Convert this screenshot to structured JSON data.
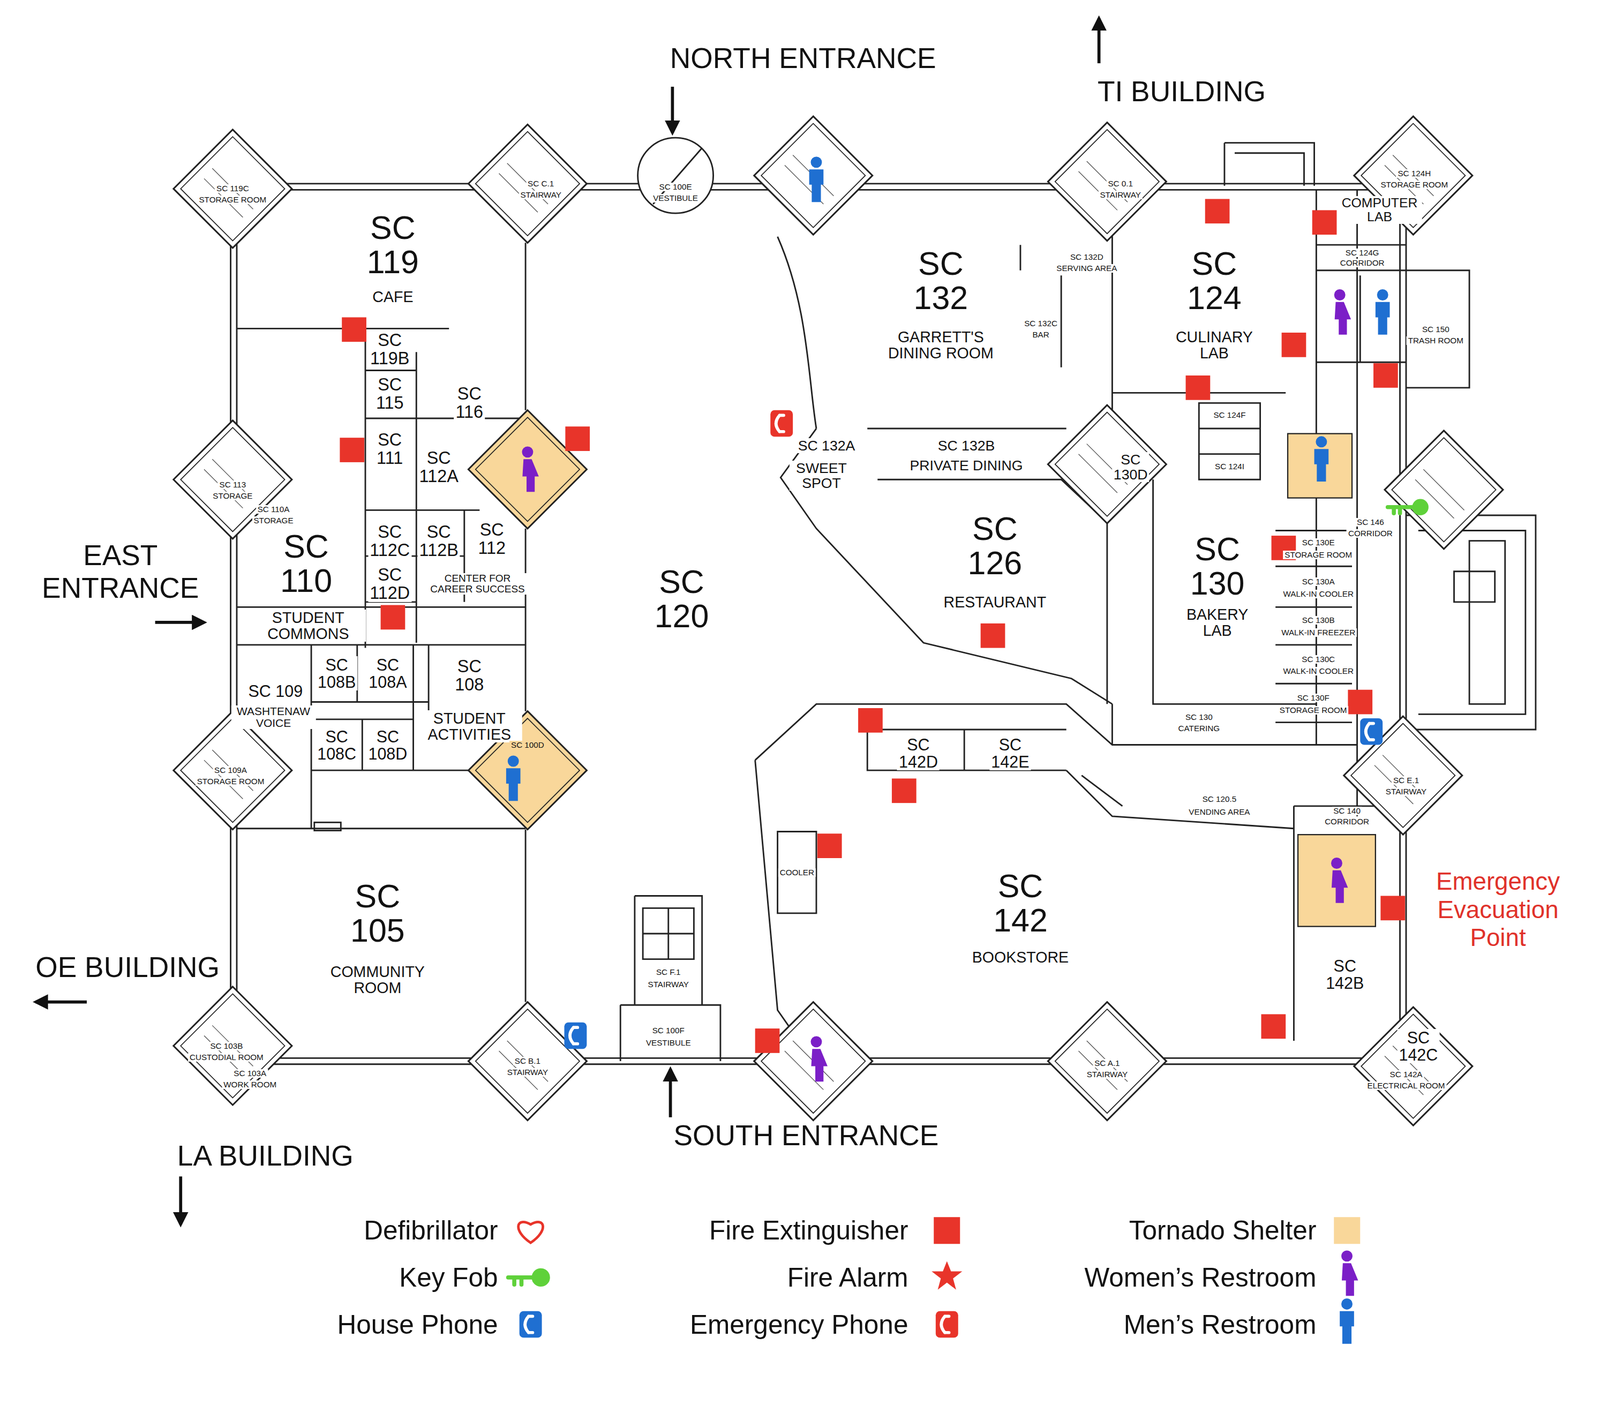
{
  "diagram": {
    "labels": [
      "NORTH ENTRANCE",
      "TI BUILDING",
      "SC 119",
      "CAFE",
      "SC 119B",
      "SC 115",
      "SC 116",
      "SC 111",
      "SC 112A",
      "SC 112C",
      "SC 112B",
      "SC 112D",
      "SC 112",
      "CENTER FOR CAREER SUCCESS",
      "SC 110",
      "STUDENT COMMONS",
      "EAST ENTRANCE",
      "SC 108B",
      "SC 108A",
      "SC 108",
      "STUDENT ACTIVITIES",
      "SC 109",
      "WASHTENAW VOICE",
      "SC 108C",
      "SC 108D",
      "SC 132",
      "GARRETT'S DINING ROOM",
      "SC 132A",
      "SWEET SPOT",
      "SC 132B",
      "PRIVATE DINING",
      "SC 130D",
      "SC 124",
      "CULINARY LAB",
      "COMPUTER LAB",
      "SC 126",
      "RESTAURANT",
      "SC 130",
      "BAKERY LAB",
      "SC 120",
      "SC 142D",
      "SC 142E",
      "SC 105",
      "COMMUNITY ROOM",
      "SC 142",
      "BOOKSTORE",
      "Emergency Evacuation Point",
      "SC 142B",
      "SC 142C",
      "OE BUILDING",
      "SOUTH ENTRANCE",
      "LA BUILDING",
      "SC 119C",
      "STORAGE ROOM",
      "SC C.1",
      "STAIRWAY",
      "SC 100E",
      "VESTIBULE",
      "SC 0.1",
      "STAIRWAY",
      "SC 124H",
      "STORAGE ROOM",
      "SC 124G",
      "CORRIDOR",
      "SC 150",
      "TRASH ROOM",
      "SC 132D",
      "SERVING AREA",
      "SC 132C",
      "BAR",
      "SC 124F",
      "SC 124I",
      "SC 113",
      "STORAGE",
      "SC 110A",
      "STORAGE",
      "SC 109A",
      "STORAGE ROOM",
      "SC 100D",
      "SC 103B",
      "CUSTODIAL ROOM",
      "SC 103A",
      "WORK ROOM",
      "SC B.1",
      "STAIRWAY",
      "SC F.1",
      "STAIRWAY",
      "SC 100F",
      "VESTIBULE",
      "SC A.1",
      "STAIRWAY",
      "SC 142A",
      "ELECTRICAL ROOM",
      "SC E.1",
      "STAIRWAY",
      "SC 140",
      "CORRIDOR",
      "SC 120.5",
      "VENDING AREA",
      "SC 130",
      "CATERING",
      "COOLER",
      "SC 130E",
      "STORAGE ROOM",
      "SC 130A",
      "WALK-IN COOLER",
      "SC 130B",
      "WALK-IN FREEZER",
      "SC 130C",
      "WALK-IN COOLER",
      "SC 130F",
      "STORAGE ROOM",
      "SC 146",
      "CORRIDOR"
    ],
    "legend": [
      {
        "text": "Defibrillator"
      },
      {
        "text": "Fire Extinguisher",
        "color": "#e8342a"
      },
      {
        "text": "Tornado Shelter",
        "color": "#f9d79a"
      },
      {
        "text": "Key Fob"
      },
      {
        "text": "Fire Alarm"
      },
      {
        "text": "Women’s Restroom"
      },
      {
        "text": "House Phone"
      },
      {
        "text": "Emergency Phone"
      },
      {
        "text": "Men’s Restroom"
      }
    ]
  }
}
